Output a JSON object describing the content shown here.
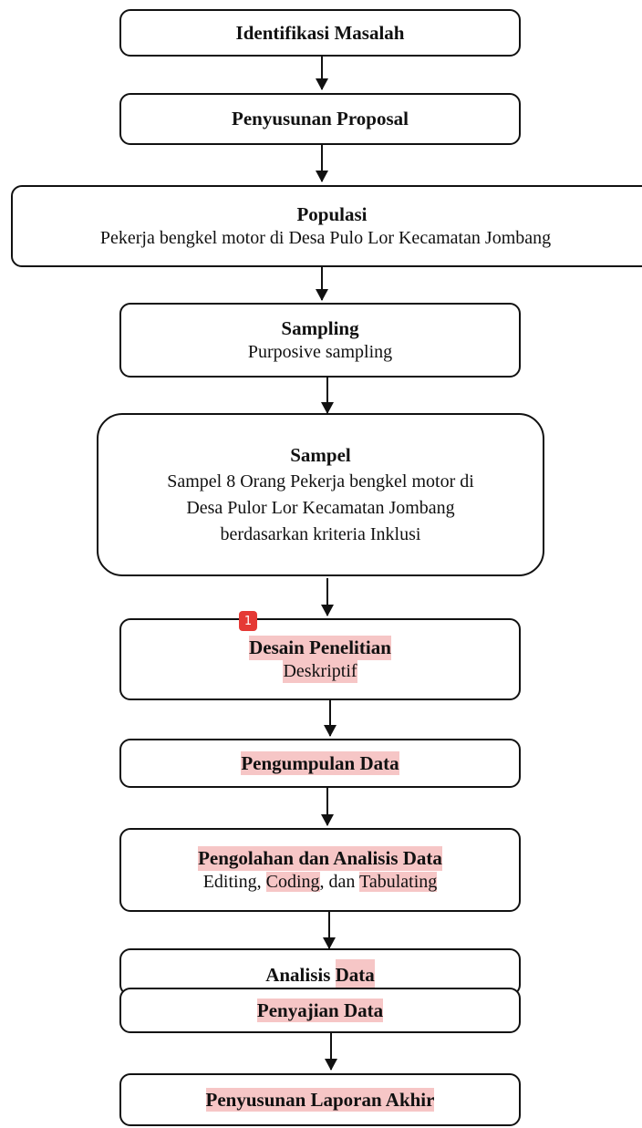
{
  "nodes": {
    "identifikasi": {
      "title": "Identifikasi Masalah"
    },
    "proposal": {
      "title": "Penyusunan Proposal"
    },
    "populasi": {
      "title": "Populasi",
      "desc": "Pekerja bengkel motor di Desa Pulo Lor Kecamatan Jombang"
    },
    "sampling": {
      "title": "Sampling",
      "desc": "Purposive sampling"
    },
    "sampel": {
      "title": "Sampel",
      "desc_lines": [
        "Sampel 8 Orang Pekerja bengkel motor di",
        "Desa Pulor Lor Kecamatan Jombang",
        "berdasarkan kriteria Inklusi"
      ]
    },
    "desain": {
      "title": "Desain Penelitian",
      "desc": "Deskriptif"
    },
    "pengumpulan": {
      "title": "Pengumpulan Data"
    },
    "pengolahan": {
      "title": "Pengolahan dan Analisis Data",
      "desc_parts": [
        "Editing, ",
        "Coding",
        ", dan ",
        "Tabulating"
      ]
    },
    "analisis": {
      "title_parts": [
        "Analisis ",
        "Data"
      ]
    },
    "penyajian": {
      "title": "Penyajian Data"
    },
    "laporan": {
      "title": "Penyusunan Laporan Akhir"
    }
  },
  "annotation": {
    "badge_number": "1"
  },
  "colors": {
    "highlight": "#f6c6c6",
    "badge": "#e53935",
    "stroke": "#111111"
  }
}
